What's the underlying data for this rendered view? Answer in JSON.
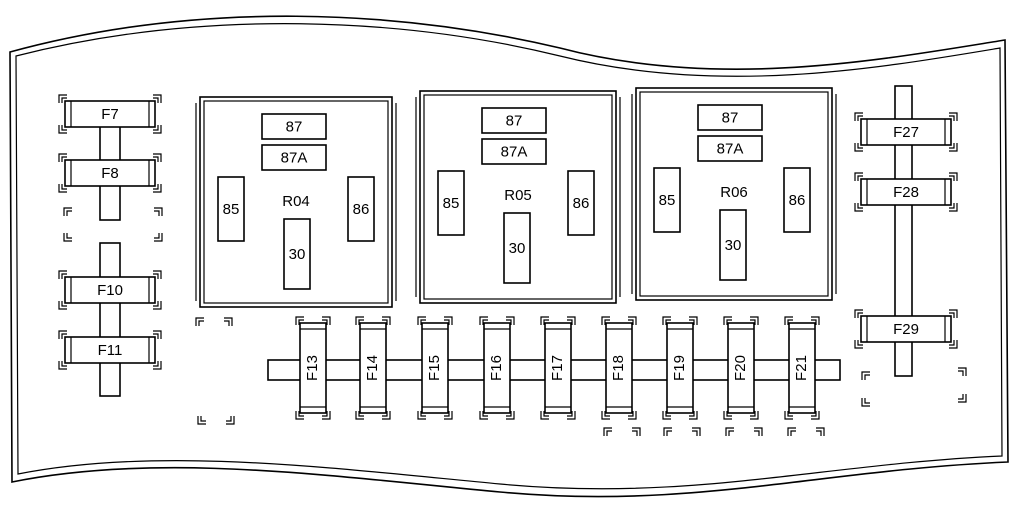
{
  "relays": [
    {
      "name": "R04",
      "pins": [
        "87",
        "87A",
        "85",
        "86",
        "30"
      ]
    },
    {
      "name": "R05",
      "pins": [
        "87",
        "87A",
        "85",
        "86",
        "30"
      ]
    },
    {
      "name": "R06",
      "pins": [
        "87",
        "87A",
        "85",
        "86",
        "30"
      ]
    }
  ],
  "fuses": {
    "left": [
      "F7",
      "F8",
      "F10",
      "F11"
    ],
    "bottom": [
      "F13",
      "F14",
      "F15",
      "F16",
      "F17",
      "F18",
      "F19",
      "F20",
      "F21"
    ],
    "right": [
      "F27",
      "F28",
      "F29"
    ]
  }
}
